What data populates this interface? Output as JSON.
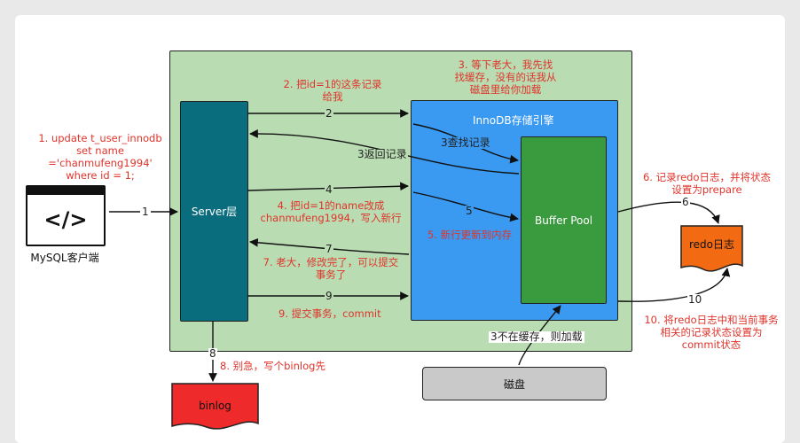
{
  "colors": {
    "page_bg": "#ffffff",
    "mysql_layer_bg": "#b9dcb2",
    "server_fill": "#0a6d7e",
    "innodb_fill": "#3a99f0",
    "buffer_pool_fill": "#3a9a3e",
    "redo_fill": "#f26b12",
    "binlog_fill": "#ee2a2a",
    "disk_fill": "#c9c9c9",
    "note_red": "#e0342b"
  },
  "client": {
    "icon": "code-brackets-icon",
    "glyph": "</>",
    "label": "MySQL客户端"
  },
  "server": {
    "label": "Server层"
  },
  "innodb": {
    "label": "InnoDB存储引擎"
  },
  "buffer_pool": {
    "label": "Buffer Pool"
  },
  "redo": {
    "label": "redo日志"
  },
  "binlog": {
    "label": "binlog"
  },
  "disk": {
    "label": "磁盘"
  },
  "notes": {
    "n1": [
      "1. update t_user_innodb",
      "set name",
      "='chanmufeng1994'",
      "where id = 1;"
    ],
    "n2": [
      "2. 把id=1的这条记录",
      "给我"
    ],
    "n3": [
      "3. 等下老大，我先找",
      "找缓存，没有的话我从",
      "磁盘里给你加载"
    ],
    "n4": [
      "4. 把id=1的name改成",
      "chanmufeng1994，写入新行"
    ],
    "n5": "5. 新行更新到内存",
    "n6": [
      "6. 记录redo日志，并将状态",
      "设置为prepare"
    ],
    "n7": [
      "7. 老大，修改完了，可以提交",
      "事务了"
    ],
    "n8": "8. 别急，写个binlog先",
    "n9": "9. 提交事务，commit",
    "n10": [
      "10. 将redo日志中和当前事务",
      "相关的记录状态设置为",
      "commit状态"
    ]
  },
  "arrow_labels": {
    "a1": "1",
    "a2": "2",
    "a3_return": "3返回记录",
    "a3_find": "3查找记录",
    "a3_load": "3不在缓存，则加载",
    "a4": "4",
    "a5": "5",
    "a6": "6",
    "a7": "7",
    "a8": "8",
    "a9": "9",
    "a10": "10"
  }
}
